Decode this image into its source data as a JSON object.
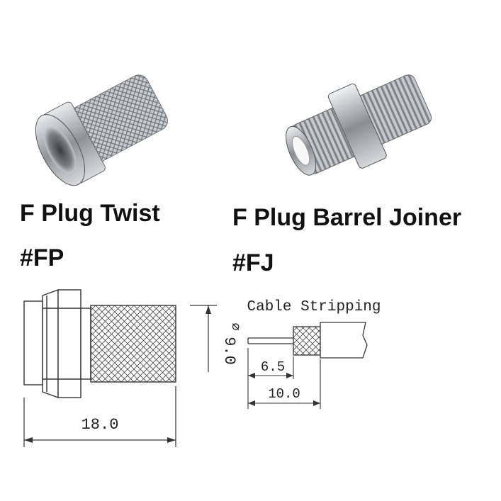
{
  "products": [
    {
      "name": "F Plug Twist",
      "code": "#FP"
    },
    {
      "name": "F Plug Barrel Joiner",
      "code": "#FJ"
    }
  ],
  "drawing": {
    "length_label": "18.0",
    "diameter_label": "9.0",
    "diameter_symbol": "⌀",
    "cable_stripping_title": "Cable Stripping",
    "strip_short_label": "6.5",
    "strip_long_label": "10.0"
  },
  "colors": {
    "text": "#111111",
    "line": "#333333",
    "metal": "#b9bcc0"
  }
}
